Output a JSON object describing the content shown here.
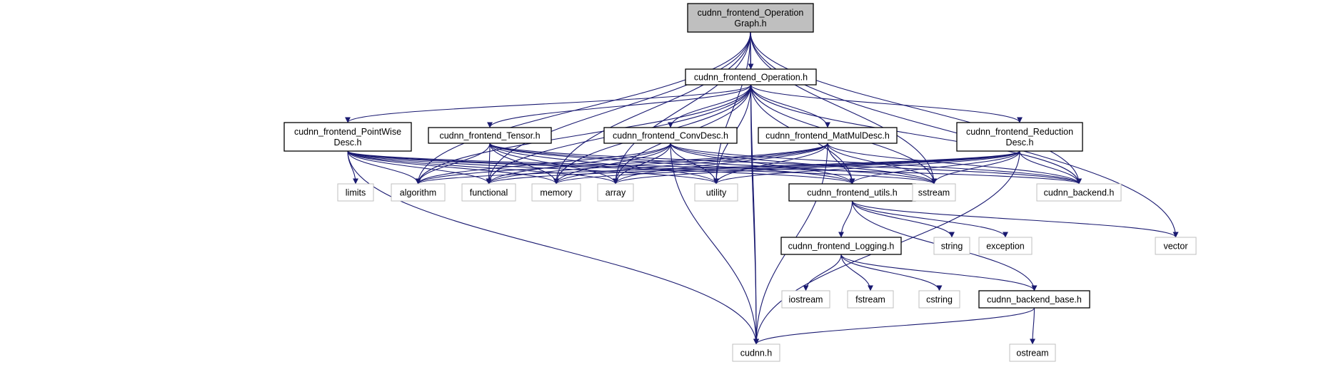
{
  "nodes": [
    {
      "id": "root",
      "kind": "root",
      "lines": [
        "cudnn_frontend_Operation",
        "Graph.h"
      ]
    },
    {
      "id": "operation",
      "kind": "local",
      "lines": [
        "cudnn_frontend_Operation.h"
      ]
    },
    {
      "id": "pointwise",
      "kind": "local",
      "lines": [
        "cudnn_frontend_PointWise",
        "Desc.h"
      ]
    },
    {
      "id": "tensor",
      "kind": "local",
      "lines": [
        "cudnn_frontend_Tensor.h"
      ]
    },
    {
      "id": "convdesc",
      "kind": "local",
      "lines": [
        "cudnn_frontend_ConvDesc.h"
      ]
    },
    {
      "id": "matmul",
      "kind": "local",
      "lines": [
        "cudnn_frontend_MatMulDesc.h"
      ]
    },
    {
      "id": "reduction",
      "kind": "local",
      "lines": [
        "cudnn_frontend_Reduction",
        "Desc.h"
      ]
    },
    {
      "id": "limits",
      "kind": "system",
      "lines": [
        "limits"
      ]
    },
    {
      "id": "algorithm",
      "kind": "system",
      "lines": [
        "algorithm"
      ]
    },
    {
      "id": "functional",
      "kind": "system",
      "lines": [
        "functional"
      ]
    },
    {
      "id": "memory",
      "kind": "system",
      "lines": [
        "memory"
      ]
    },
    {
      "id": "array",
      "kind": "system",
      "lines": [
        "array"
      ]
    },
    {
      "id": "utility",
      "kind": "system",
      "lines": [
        "utility"
      ]
    },
    {
      "id": "utils",
      "kind": "local",
      "lines": [
        "cudnn_frontend_utils.h"
      ]
    },
    {
      "id": "sstream",
      "kind": "system",
      "lines": [
        "sstream"
      ]
    },
    {
      "id": "backend",
      "kind": "system",
      "lines": [
        "cudnn_backend.h"
      ]
    },
    {
      "id": "vector",
      "kind": "system",
      "lines": [
        "vector"
      ]
    },
    {
      "id": "logging",
      "kind": "local",
      "lines": [
        "cudnn_frontend_Logging.h"
      ]
    },
    {
      "id": "string",
      "kind": "system",
      "lines": [
        "string"
      ]
    },
    {
      "id": "exception",
      "kind": "system",
      "lines": [
        "exception"
      ]
    },
    {
      "id": "iostream",
      "kind": "system",
      "lines": [
        "iostream"
      ]
    },
    {
      "id": "fstream",
      "kind": "system",
      "lines": [
        "fstream"
      ]
    },
    {
      "id": "cstring",
      "kind": "system",
      "lines": [
        "cstring"
      ]
    },
    {
      "id": "backend_base",
      "kind": "local",
      "lines": [
        "cudnn_backend_base.h"
      ]
    },
    {
      "id": "ostream",
      "kind": "system",
      "lines": [
        "ostream"
      ]
    },
    {
      "id": "cudnn",
      "kind": "system",
      "lines": [
        "cudnn.h"
      ]
    }
  ],
  "edges": [
    [
      "root",
      "operation"
    ],
    [
      "root",
      "cudnn"
    ],
    [
      "root",
      "algorithm"
    ],
    [
      "root",
      "functional"
    ],
    [
      "root",
      "memory"
    ],
    [
      "root",
      "array"
    ],
    [
      "root",
      "utility"
    ],
    [
      "root",
      "sstream"
    ],
    [
      "root",
      "backend"
    ],
    [
      "root",
      "vector"
    ],
    [
      "operation",
      "pointwise"
    ],
    [
      "operation",
      "tensor"
    ],
    [
      "operation",
      "convdesc"
    ],
    [
      "operation",
      "matmul"
    ],
    [
      "operation",
      "reduction"
    ],
    [
      "operation",
      "cudnn"
    ],
    [
      "operation",
      "algorithm"
    ],
    [
      "operation",
      "functional"
    ],
    [
      "operation",
      "memory"
    ],
    [
      "operation",
      "array"
    ],
    [
      "operation",
      "utility"
    ],
    [
      "operation",
      "sstream"
    ],
    [
      "operation",
      "backend"
    ],
    [
      "operation",
      "utils"
    ],
    [
      "pointwise",
      "limits"
    ],
    [
      "pointwise",
      "algorithm"
    ],
    [
      "pointwise",
      "functional"
    ],
    [
      "pointwise",
      "memory"
    ],
    [
      "pointwise",
      "array"
    ],
    [
      "pointwise",
      "utility"
    ],
    [
      "pointwise",
      "sstream"
    ],
    [
      "pointwise",
      "backend"
    ],
    [
      "pointwise",
      "utils"
    ],
    [
      "pointwise",
      "cudnn"
    ],
    [
      "tensor",
      "algorithm"
    ],
    [
      "tensor",
      "functional"
    ],
    [
      "tensor",
      "memory"
    ],
    [
      "tensor",
      "array"
    ],
    [
      "tensor",
      "utility"
    ],
    [
      "tensor",
      "sstream"
    ],
    [
      "tensor",
      "backend"
    ],
    [
      "tensor",
      "utils"
    ],
    [
      "convdesc",
      "algorithm"
    ],
    [
      "convdesc",
      "functional"
    ],
    [
      "convdesc",
      "memory"
    ],
    [
      "convdesc",
      "array"
    ],
    [
      "convdesc",
      "utility"
    ],
    [
      "convdesc",
      "sstream"
    ],
    [
      "convdesc",
      "backend"
    ],
    [
      "convdesc",
      "utils"
    ],
    [
      "convdesc",
      "cudnn"
    ],
    [
      "matmul",
      "algorithm"
    ],
    [
      "matmul",
      "functional"
    ],
    [
      "matmul",
      "memory"
    ],
    [
      "matmul",
      "array"
    ],
    [
      "matmul",
      "utility"
    ],
    [
      "matmul",
      "sstream"
    ],
    [
      "matmul",
      "backend"
    ],
    [
      "matmul",
      "utils"
    ],
    [
      "matmul",
      "cudnn"
    ],
    [
      "reduction",
      "algorithm"
    ],
    [
      "reduction",
      "functional"
    ],
    [
      "reduction",
      "memory"
    ],
    [
      "reduction",
      "array"
    ],
    [
      "reduction",
      "utility"
    ],
    [
      "reduction",
      "sstream"
    ],
    [
      "reduction",
      "backend"
    ],
    [
      "reduction",
      "utils"
    ],
    [
      "reduction",
      "cudnn"
    ],
    [
      "utils",
      "logging"
    ],
    [
      "utils",
      "string"
    ],
    [
      "utils",
      "exception"
    ],
    [
      "utils",
      "vector"
    ],
    [
      "utils",
      "backend_base"
    ],
    [
      "logging",
      "iostream"
    ],
    [
      "logging",
      "fstream"
    ],
    [
      "logging",
      "cstring"
    ],
    [
      "logging",
      "backend_base"
    ],
    [
      "backend_base",
      "cudnn"
    ],
    [
      "backend_base",
      "ostream"
    ]
  ],
  "colors": {
    "edge": "#191970",
    "root_fill": "#bfbfbf",
    "local_border": "#000000",
    "system_border": "#bfbfbf"
  }
}
